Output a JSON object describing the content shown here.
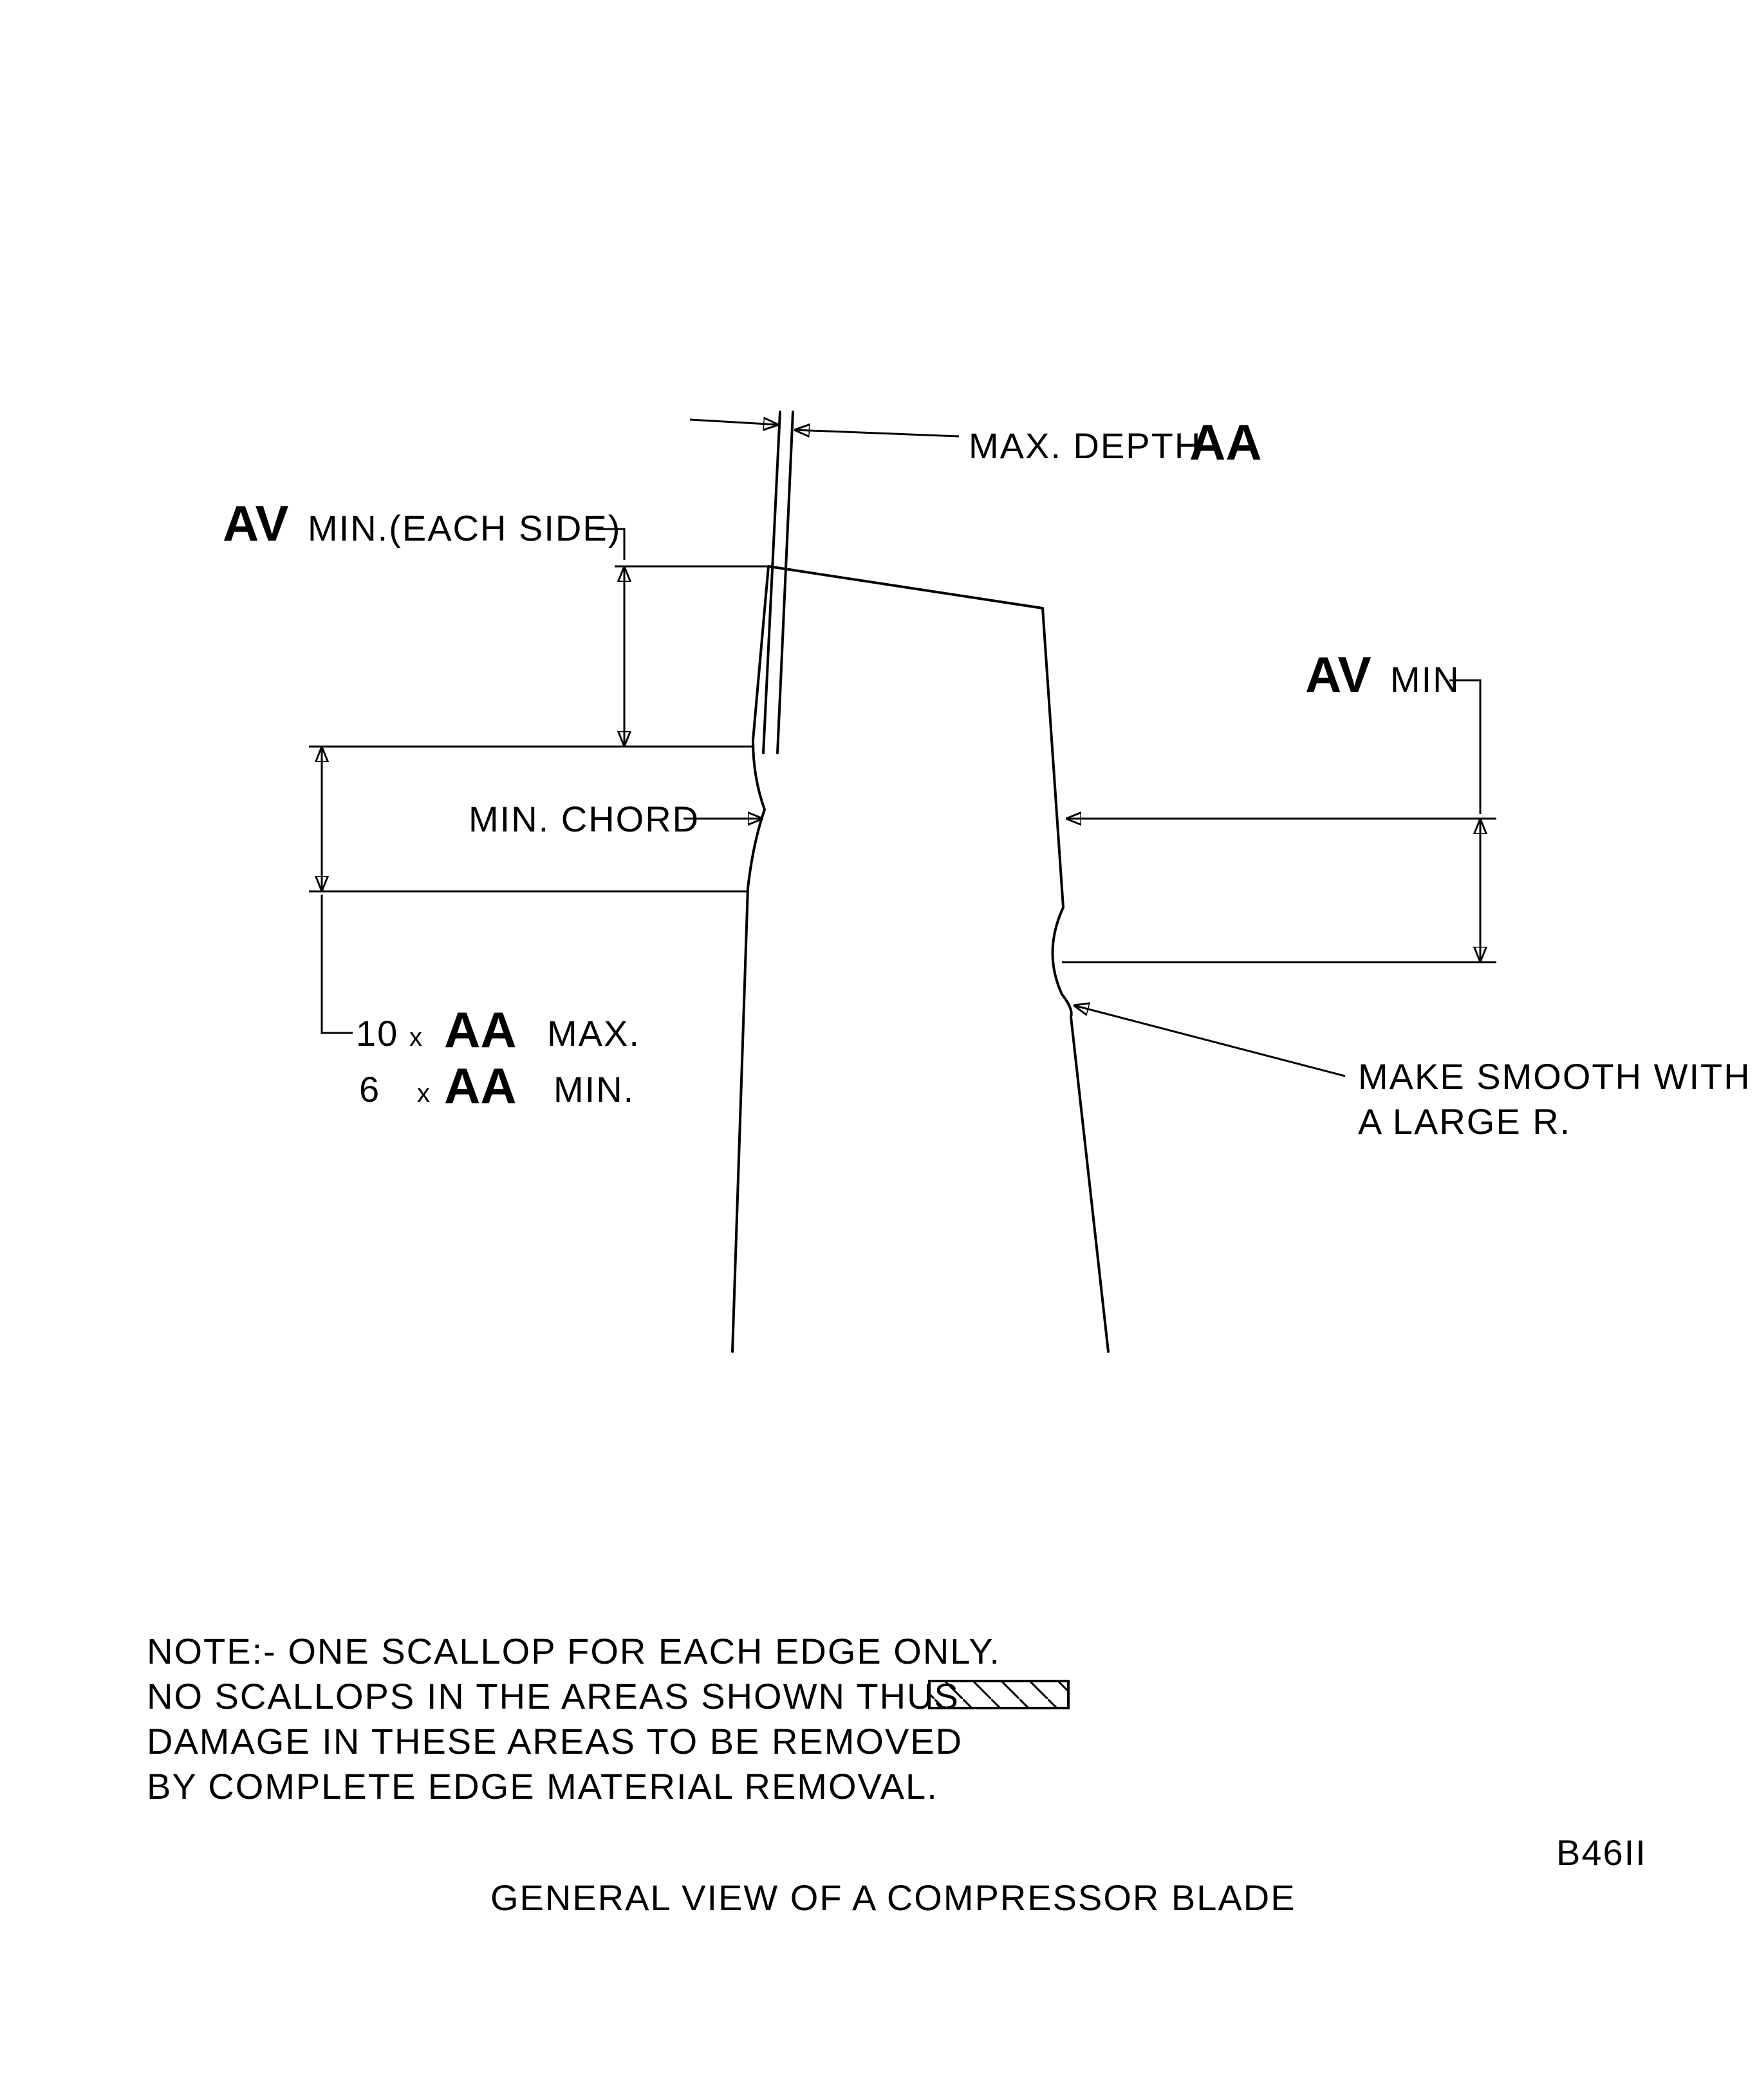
{
  "labels": {
    "max_depth_text": "MAX. DEPTH",
    "max_depth_symbol": "AA",
    "av_left_symbol": "AV",
    "av_left_text": "MIN.(EACH SIDE)",
    "av_right_symbol": "AV",
    "av_right_text": "MIN",
    "min_chord": "MIN. CHORD",
    "ten_multiplier": "10",
    "ten_x": "x",
    "ten_symbol": "AA",
    "ten_suffix": "MAX.",
    "six_multiplier": "6",
    "six_x": "x",
    "six_symbol": "AA",
    "six_suffix": "MIN.",
    "smooth_line1": "MAKE SMOOTH WITH",
    "smooth_line2": "A LARGE R."
  },
  "note": {
    "line1": "NOTE:- ONE SCALLOP FOR EACH EDGE ONLY.",
    "line2": "NO SCALLOPS IN THE AREAS SHOWN THUS",
    "line3": "DAMAGE IN THESE AREAS TO BE REMOVED",
    "line4": "BY COMPLETE EDGE MATERIAL REMOVAL."
  },
  "figure_number": "B46II",
  "caption": "GENERAL VIEW OF A COMPRESSOR BLADE"
}
